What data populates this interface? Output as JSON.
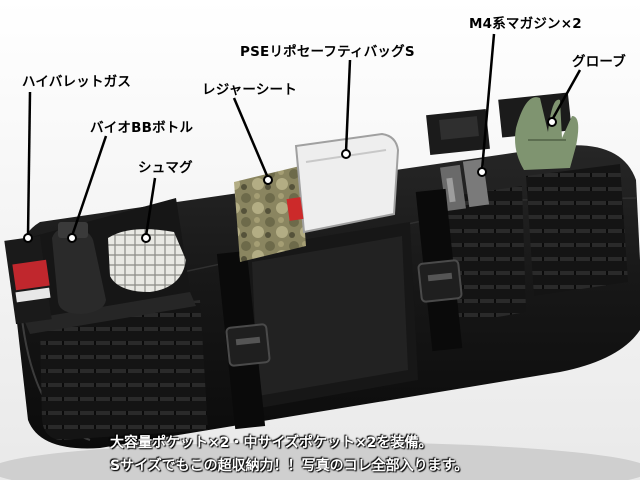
{
  "labels": {
    "high_velocity_gas": "ハイバレットガス",
    "bio_bb_bottle": "バイオBBボトル",
    "shemagh": "シュマグ",
    "leisure_sheet": "レジャーシート",
    "pse_ripstop_bag": "PSEリポセーフティバッグS",
    "m4_magazines": "M4系マガジン×2",
    "gloves": "グローブ"
  },
  "caption": {
    "line1": "大容量ポケット×2・中サイズポケット×2を装備。",
    "line2": "Sサイズでもこの超収納力！！写真のコレ全部入ります。"
  },
  "colors": {
    "bag": "#121212",
    "sheet_camo": "#8a8560",
    "safety_bag": "#eeeeee",
    "gloves": "#7f9470",
    "shemagh": "#e7e7e2",
    "bottle_red": "#c0272d",
    "caption_text": "#ffffff"
  }
}
